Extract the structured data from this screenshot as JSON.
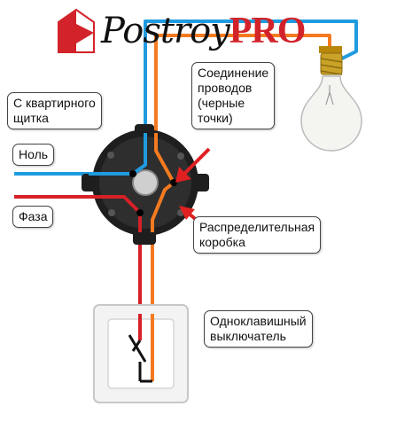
{
  "logo": {
    "name": "Postroy",
    "suffix": "PRO"
  },
  "labels": {
    "from_panel": [
      "С квартирного",
      "щитка"
    ],
    "neutral": "Ноль",
    "phase": "Фаза",
    "connection": [
      "Соединение",
      "проводов",
      "(черные",
      "точки)"
    ],
    "junction_box": [
      "Распределительная",
      "коробка"
    ],
    "switch": [
      "Одноклавишный",
      "выключатель"
    ]
  },
  "colors": {
    "neutral_wire": "#1f9be0",
    "phase_wire": "#d62027",
    "switched_wire": "#f47a20",
    "indicator_arrow": "#e02020",
    "box": "#1e1e1e"
  }
}
